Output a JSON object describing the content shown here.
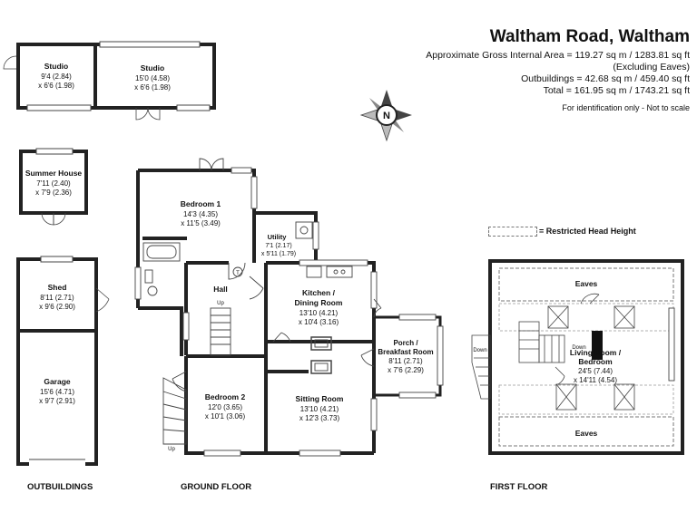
{
  "header": {
    "title": "Waltham Road, Waltham",
    "area_lines": [
      "Approximate Gross Internal Area = 119.27 sq m / 1283.81 sq ft",
      "(Excluding Eaves)",
      "Outbuildings = 42.68 sq m / 459.40 sq ft",
      "Total = 161.95 sq m / 1743.21 sq ft"
    ],
    "note": "For identification only - Not to scale"
  },
  "legend": {
    "label": "= Restricted Head Height"
  },
  "compass": {
    "letter": "N"
  },
  "sections": {
    "outbuildings": "OUTBUILDINGS",
    "ground_floor": "GROUND FLOOR",
    "first_floor": "FIRST FLOOR"
  },
  "rooms": {
    "studio_small": {
      "name": "Studio",
      "dim1": "9'4 (2.84)",
      "dim2": "x 6'6 (1.98)"
    },
    "studio_large": {
      "name": "Studio",
      "dim1": "15'0 (4.58)",
      "dim2": "x 6'6 (1.98)"
    },
    "summer_house": {
      "name": "Summer House",
      "dim1": "7'11 (2.40)",
      "dim2": "x 7'9 (2.36)"
    },
    "shed": {
      "name": "Shed",
      "dim1": "8'11 (2.71)",
      "dim2": "x 9'6 (2.90)"
    },
    "garage": {
      "name": "Garage",
      "dim1": "15'6 (4.71)",
      "dim2": "x 9'7 (2.91)"
    },
    "bedroom1": {
      "name": "Bedroom 1",
      "dim1": "14'3 (4.35)",
      "dim2": "x 11'5 (3.49)"
    },
    "utility": {
      "name": "Utility",
      "dim1": "7'1 (2.17)",
      "dim2": "x 5'11 (1.79)"
    },
    "hall": {
      "name": "Hall"
    },
    "kitchen": {
      "name1": "Kitchen /",
      "name2": "Dining Room",
      "dim1": "13'10 (4.21)",
      "dim2": "x 10'4 (3.16)"
    },
    "porch": {
      "name1": "Porch /",
      "name2": "Breakfast Room",
      "dim1": "8'11 (2.71)",
      "dim2": "x 7'6 (2.29)"
    },
    "bedroom2": {
      "name": "Bedroom 2",
      "dim1": "12'0 (3.65)",
      "dim2": "x 10'1 (3.06)"
    },
    "sitting": {
      "name": "Sitting Room",
      "dim1": "13'10 (4.21)",
      "dim2": "x 12'3 (3.73)"
    },
    "eaves_top": {
      "name": "Eaves"
    },
    "eaves_bottom": {
      "name": "Eaves"
    },
    "living": {
      "name1": "Living Room /",
      "name2": "Bedroom",
      "dim1": "24'5 (7.44)",
      "dim2": "x 14'11 (4.54)"
    }
  },
  "stairs": {
    "up1": "Up",
    "up2": "Up",
    "down_ff": "Down",
    "down_ext": "Down"
  }
}
